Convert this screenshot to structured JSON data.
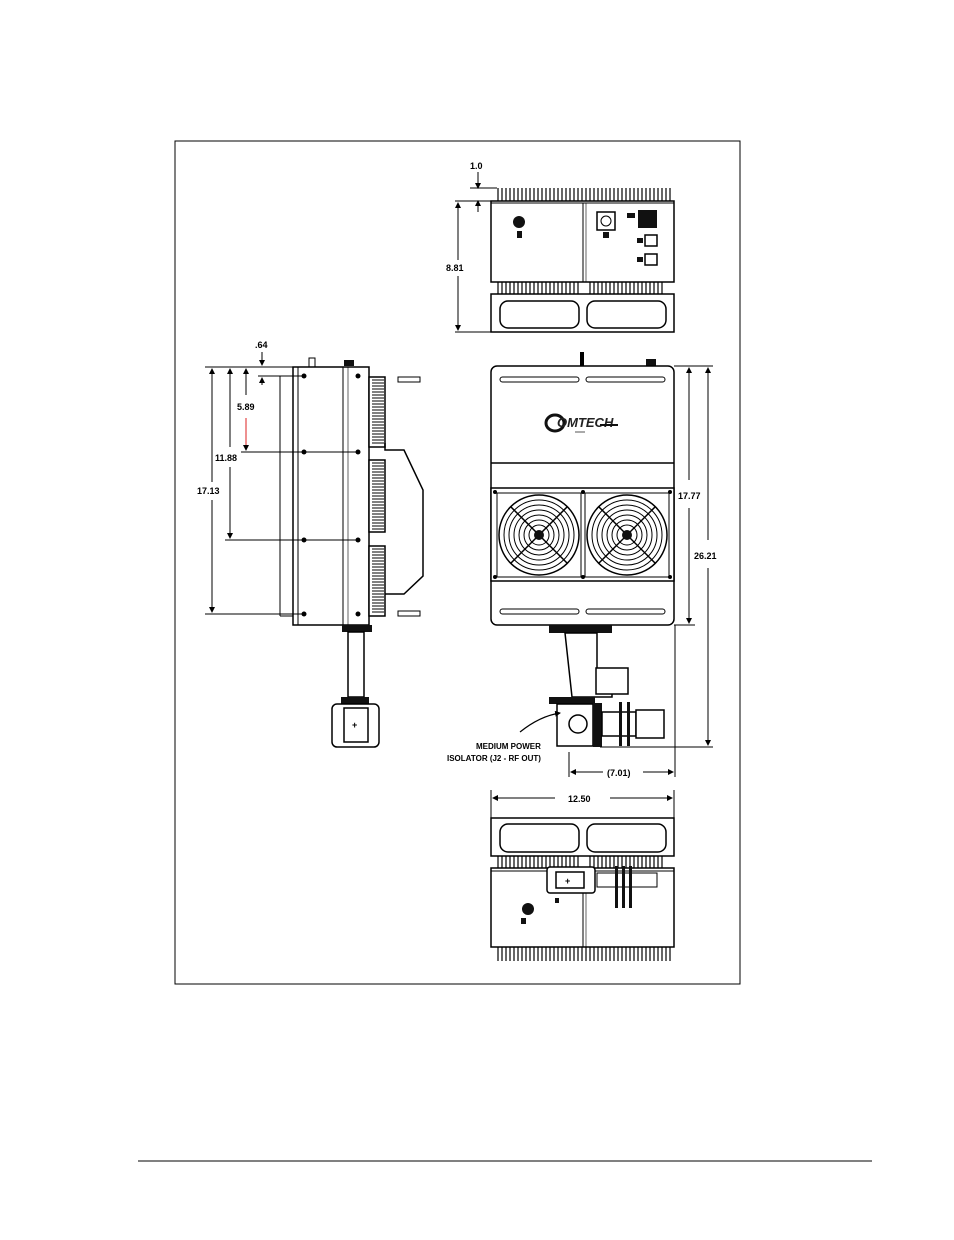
{
  "drawing": {
    "top_view": {
      "dim_top_gap": "1.0",
      "dim_height": "8.81"
    },
    "side_view": {
      "dim_offset": ".64",
      "dim_mount_1": "5.89",
      "dim_mount_2": "11.88",
      "dim_mount_3": "17.13"
    },
    "front_view": {
      "brand": "OMTECH",
      "dim_body_height": "17.77",
      "dim_overall_height": "26.21",
      "dim_isolator_offset": "(7.01)",
      "isolator_label_line1": "MEDIUM POWER",
      "isolator_label_line2": "ISOLATOR  (J2 - RF OUT)"
    },
    "bottom_view": {
      "dim_width": "12.50"
    }
  }
}
